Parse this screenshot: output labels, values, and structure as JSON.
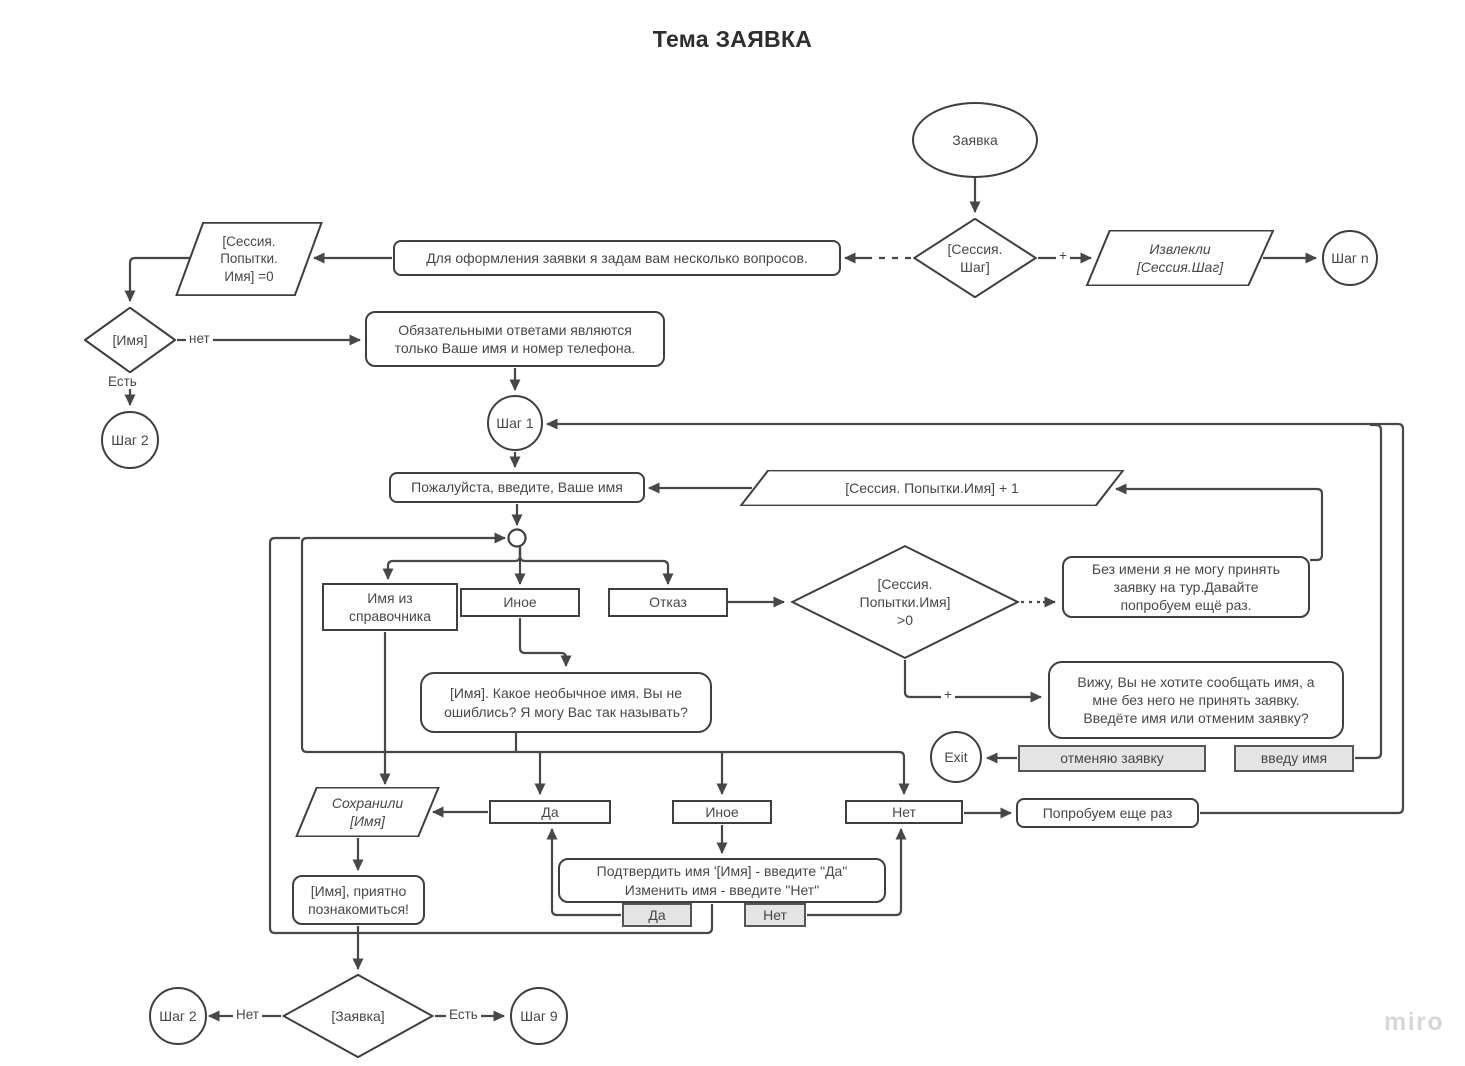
{
  "title": "Тема ЗАЯВКА",
  "watermark": "miro",
  "nodes": {
    "start": "Заявка",
    "session_step": "[Сессия.\nШаг]",
    "extracted": "Извлекли\n[Сессия.Шаг]",
    "step_n": "Шаг n",
    "intro": "Для оформления заявки я задам вам несколько вопросов.",
    "attempts_zero": "[Сессия.\nПопытки.\nИмя] =0",
    "name_check": "[Имя]",
    "step_2_top": "Шаг 2",
    "required": "Обязательными ответами являются\nтолько Ваше имя и номер телефона.",
    "step_1": "Шаг 1",
    "ask_name": "Пожалуйста, введите, Ваше имя",
    "attempts_inc": "[Сессия. Попытки.Имя] + 1",
    "name_from_dict": "Имя из\nсправочника",
    "other_1": "Иное",
    "refuse": "Отказ",
    "attempts_gt0": "[Сессия.\nПопытки.Имя]\n>0",
    "no_name_retry": "Без имени я не могу принять\nзаявку на тур.Давайте\nпопробуем ещё раз.",
    "no_name_final": "Вижу, Вы не хотите сообщать имя, а\nмне без него не принять заявку.\nВведёте имя или отменим заявку?",
    "exit": "Exit",
    "cancel_request": "отменяю заявку",
    "enter_name": "введу имя",
    "unusual_name": "[Имя]. Какое необычное имя. Вы не\nошиблись? Я могу Вас так называть?",
    "saved_name": "Сохранили\n[Имя]",
    "yes": "Да",
    "other_2": "Иное",
    "no": "Нет",
    "try_again": "Попробуем еще раз",
    "nice_to_meet": "[Имя], приятно\nпознакомиться!",
    "confirm_name": "Подтвердить имя '[Имя]  - введите \"Да\"\nИзменить имя - введите \"Нет\"",
    "yes_reply": "Да",
    "no_reply": "Нет",
    "step_2_bottom": "Шаг 2",
    "request_check": "[Заявка]",
    "step_9": "Шаг 9"
  },
  "edge_labels": {
    "plus_top": "+",
    "no_top": "нет",
    "yes_top": "Есть",
    "plus_mid": "+",
    "no_bottom": "Нет",
    "yes_bottom": "Есть"
  },
  "colors": {
    "stroke": "#474747",
    "shape_border": "#3f3f3f",
    "gray_fill": "#e4e4e4",
    "text": "#474747"
  }
}
